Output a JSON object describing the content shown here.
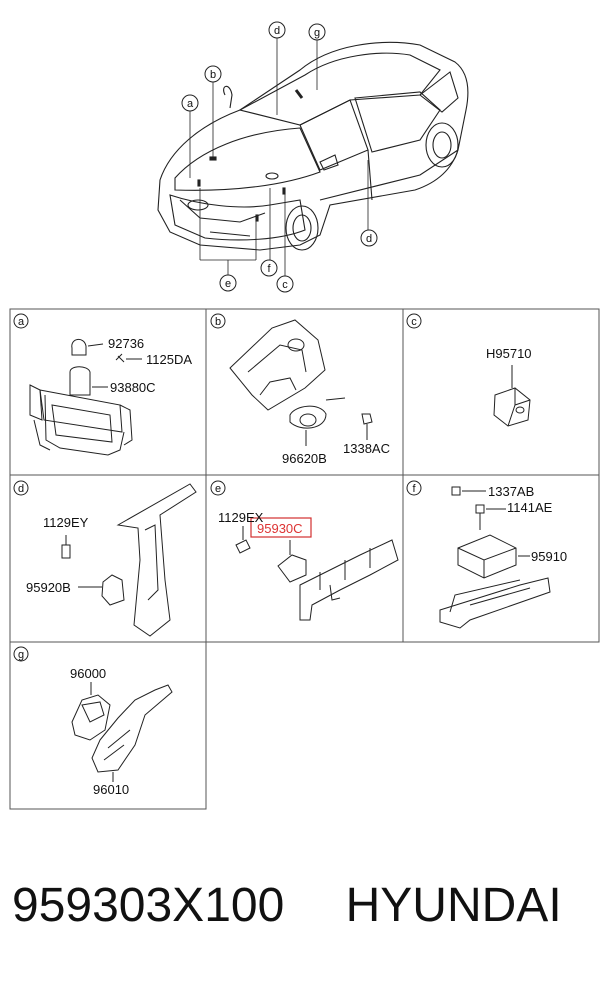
{
  "car_callouts": [
    "a",
    "b",
    "d",
    "g",
    "e",
    "f",
    "c",
    "d"
  ],
  "panels": [
    {
      "letter": "a",
      "parts": [
        "92736",
        "1125DA",
        "93880C"
      ]
    },
    {
      "letter": "b",
      "parts": [
        "96620B",
        "1338AC"
      ]
    },
    {
      "letter": "c",
      "parts": [
        "H95710"
      ]
    },
    {
      "letter": "d",
      "parts": [
        "1129EY",
        "95920B"
      ]
    },
    {
      "letter": "e",
      "parts": [
        "1129EX",
        "95930C"
      ]
    },
    {
      "letter": "f",
      "parts": [
        "1337AB",
        "1141AE",
        "95910"
      ]
    },
    {
      "letter": "g",
      "parts": [
        "96000",
        "96010"
      ]
    }
  ],
  "highlight": {
    "part": "95930C",
    "color": "#d32f2f"
  },
  "footer": {
    "part_number": "959303X100",
    "brand": "HYUNDAI"
  }
}
